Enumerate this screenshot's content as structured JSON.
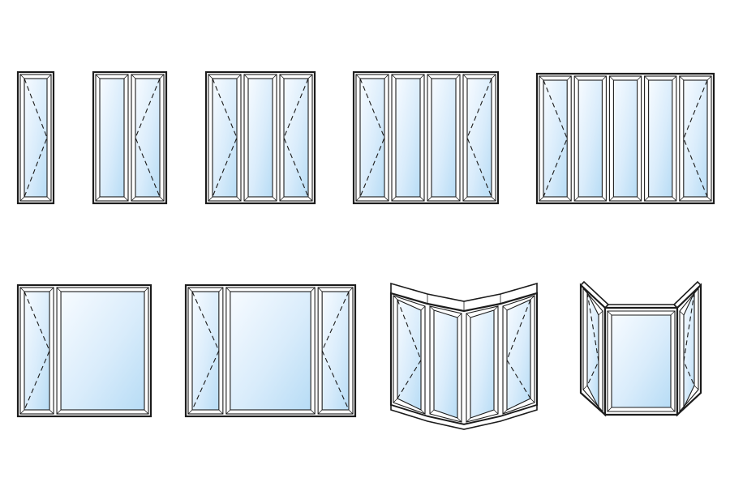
{
  "colors": {
    "frame": "#1c1c1c",
    "frame_fill": "#ffffff",
    "glass_light": "#f7fbff",
    "glass_mid": "#d9ecfb",
    "glass_deep": "#b7dcf5"
  },
  "windows": [
    {
      "id": "w1",
      "kind": "flat",
      "panes": [
        "tilt-turn-right"
      ]
    },
    {
      "id": "w2",
      "kind": "flat",
      "panes": [
        "fixed",
        "tilt-turn-left"
      ]
    },
    {
      "id": "w3",
      "kind": "flat",
      "panes": [
        "tilt-turn-right",
        "fixed",
        "tilt-turn-left"
      ]
    },
    {
      "id": "w4",
      "kind": "flat",
      "panes": [
        "tilt-turn-right",
        "fixed",
        "fixed",
        "tilt-turn-left"
      ]
    },
    {
      "id": "w5",
      "kind": "flat",
      "panes": [
        "tilt-turn-right",
        "fixed",
        "fixed",
        "fixed",
        "tilt-turn-left"
      ]
    },
    {
      "id": "w6",
      "kind": "flat",
      "panes": [
        "tilt-turn-right",
        "fixed-wide"
      ]
    },
    {
      "id": "w7",
      "kind": "flat",
      "panes": [
        "tilt-turn-right",
        "fixed-wide",
        "tilt-turn-left"
      ]
    },
    {
      "id": "w8",
      "kind": "bow",
      "panes": [
        "tilt-turn-right",
        "fixed",
        "fixed",
        "tilt-turn-left"
      ]
    },
    {
      "id": "w9",
      "kind": "bay",
      "panes": [
        "tilt-turn-right",
        "fixed-wide",
        "tilt-turn-left"
      ]
    }
  ]
}
